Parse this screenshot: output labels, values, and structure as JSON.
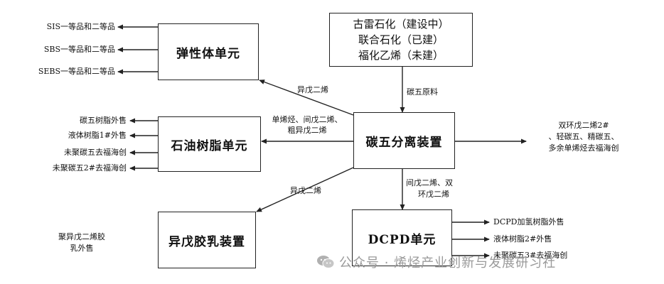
{
  "boxes": {
    "elastomer": "弹性体单元",
    "petroleum_resin": "石油树脂单元",
    "isoprene_latex": "异戊胶乳装置",
    "c5_separation": "碳五分离装置",
    "dcpd": "DCPD单元",
    "source": [
      "古雷石化（建设中）",
      "联合石化（已建）",
      "福化乙烯（未建）"
    ]
  },
  "flows": {
    "source_to_c5": "碳五原料",
    "c5_to_elastomer": "异戊二烯",
    "c5_to_resin": [
      "单烯烃、间戊二烯、",
      "粗异戊二烯"
    ],
    "c5_to_latex": "异戊二烯",
    "c5_to_dcpd": [
      "间戊二烯、双",
      "环戊二烯"
    ],
    "c5_to_external": [
      "双环戊二烯2#",
      "、轻碳五、精碳五、",
      "多余单烯烃去福海创"
    ]
  },
  "outputs": {
    "elastomer": [
      "SIS一等品和二等品",
      "SBS一等品和二等品",
      "SEBS一等品和二等品"
    ],
    "resin": [
      "碳五树脂外售",
      "液体树脂1#外售",
      "未聚碳五去福海创",
      "未聚碳五2#去福海创"
    ],
    "latex": [
      "聚异戊二烯胶",
      "乳外售"
    ],
    "dcpd": [
      "DCPD加氢树脂外售",
      "液体树脂2#外售",
      "未聚碳五3#去福海创"
    ]
  },
  "watermark": "公众号 · 烯烃产业创新与发展研习社",
  "icons": {
    "watermark": "wechat-icon"
  },
  "colors": {
    "line": "#222222",
    "watermark": "#9a9a9a"
  }
}
